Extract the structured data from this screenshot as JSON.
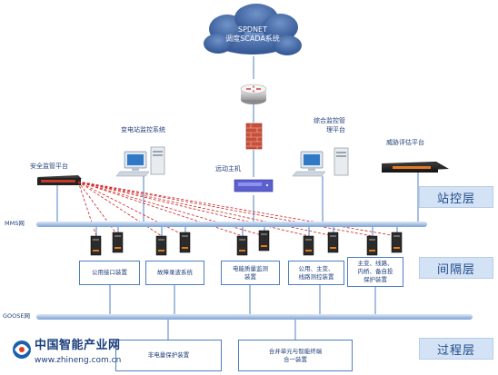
{
  "cloud": {
    "line1": "SPDNET",
    "line2": "调度SCADA系统"
  },
  "nodes": {
    "station_monitor": "变电站监控系统",
    "comprehensive_monitor_1": "综合监控管",
    "comprehensive_monitor_2": "理平台",
    "threat_eval": "威胁评估平台",
    "security_mgmt": "安全监管平台",
    "remote_host": "远动主机"
  },
  "buses": {
    "mms": "MMS网",
    "goose": "GOOSE网"
  },
  "bay_boxes": [
    {
      "text": "公用接口装置"
    },
    {
      "text": "故障录波系统"
    },
    {
      "text": "电能质量监测\n装置"
    },
    {
      "text": "公用、主变、\n线路测控装置"
    },
    {
      "text": "主变、线路、\n内桥、备自投\n保护装置"
    }
  ],
  "process_boxes": [
    {
      "text": "非电量保护装置"
    },
    {
      "text": "合并单元与智能终端\n合一装置"
    }
  ],
  "layers": {
    "station": "站控层",
    "bay": "间隔层",
    "process": "过程层"
  },
  "logo": {
    "cn": "中国智能产业网",
    "url": "www.zhineng.com.cn"
  },
  "colors": {
    "bus": "#a9c3e6",
    "wire": "#4f7fc0",
    "dash": "#d11e1e",
    "firewall": "#c8503a",
    "label": "#1f3f7a"
  }
}
